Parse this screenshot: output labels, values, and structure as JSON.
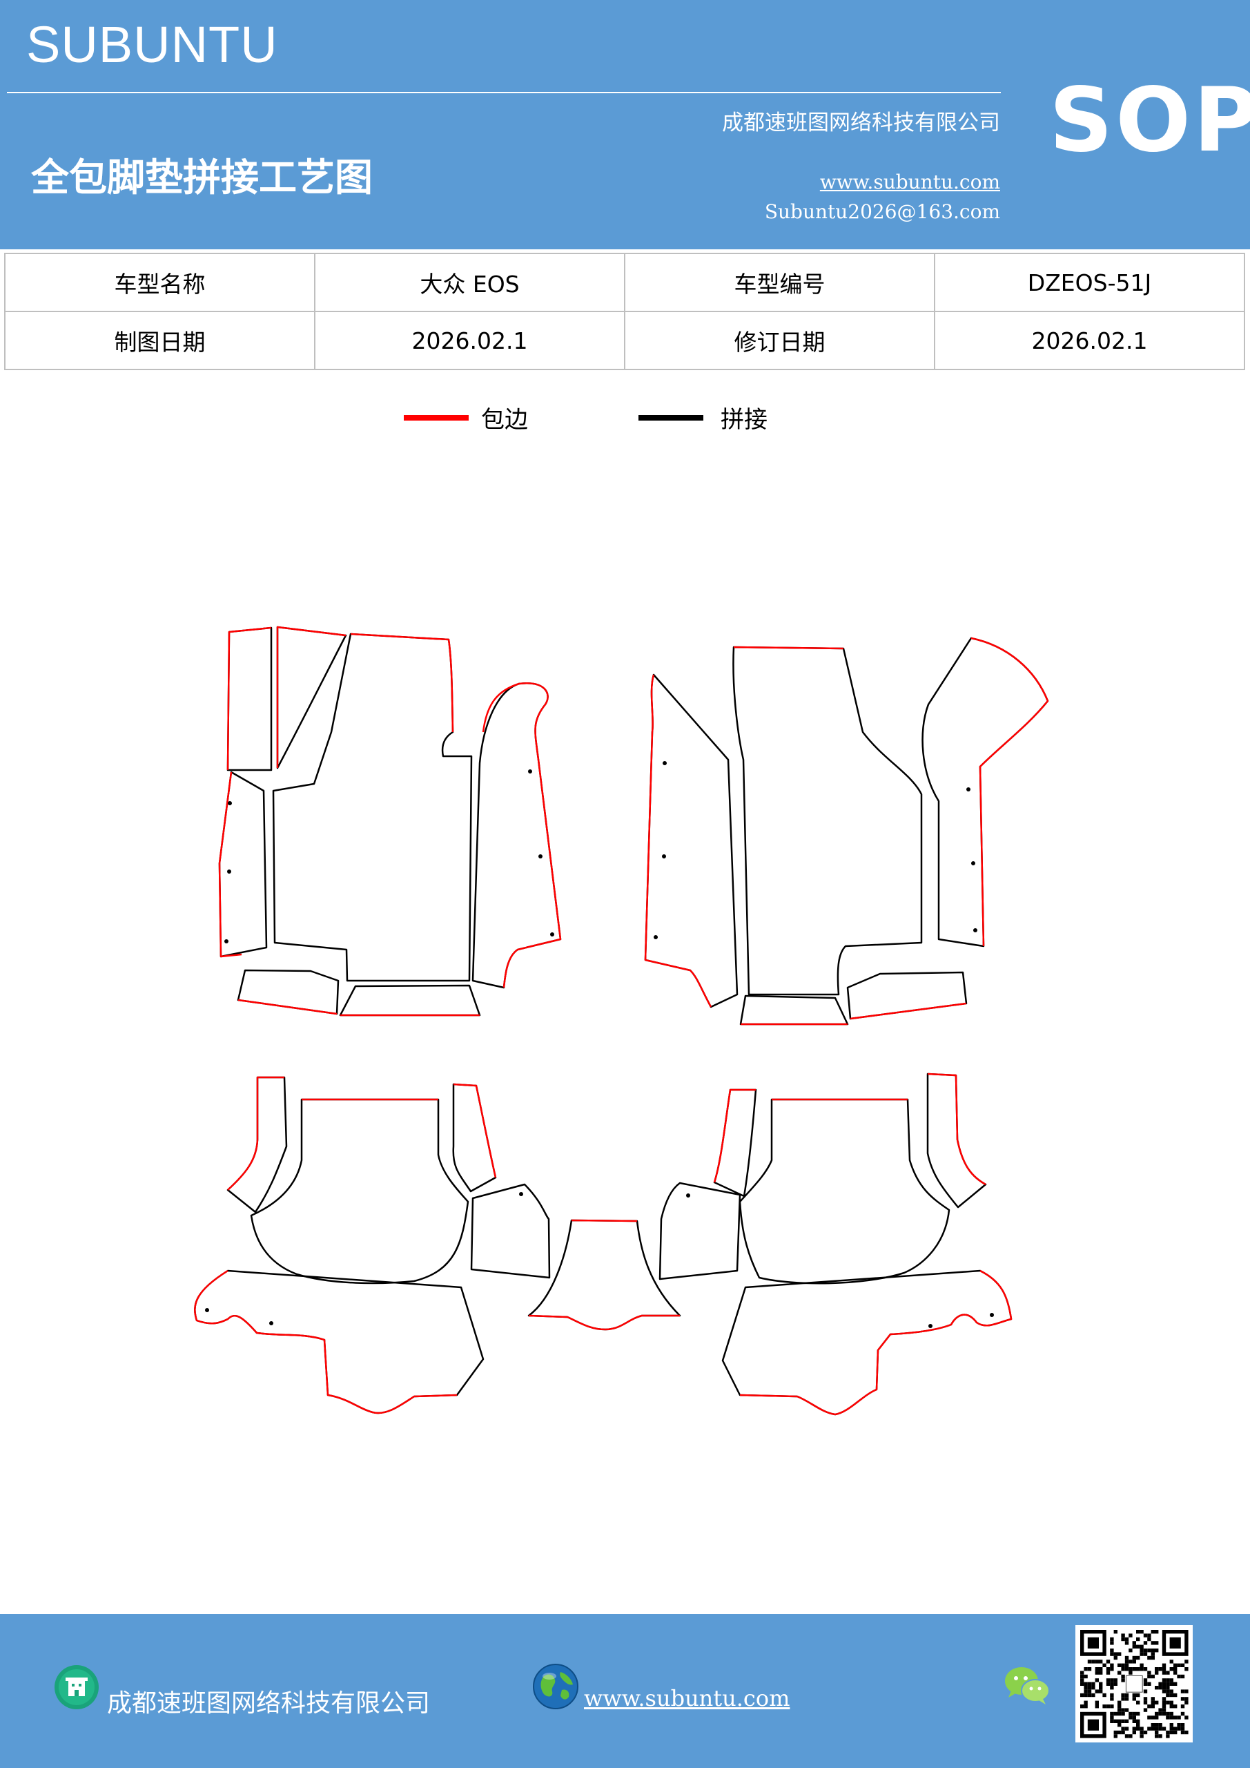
{
  "header": {
    "brand": "SUBUNTU",
    "company": "成都速班图网络科技有限公司",
    "title": "全包脚垫拼接工艺图",
    "website": "www.subuntu.com",
    "email": "Subuntu2026@163.com",
    "sop": "SOP"
  },
  "info_table": {
    "rows": [
      [
        "车型名称",
        "大众 EOS",
        "车型编号",
        "DZEOS-51J"
      ],
      [
        "制图日期",
        "2026.02.1",
        "修订日期",
        "2026.02.1"
      ]
    ]
  },
  "legend": {
    "items": [
      {
        "label": "包边",
        "color": "#ff0000"
      },
      {
        "label": "拼接",
        "color": "#000000"
      }
    ]
  },
  "footer": {
    "company": "成都速班图网络科技有限公司",
    "website": "www.subuntu.com",
    "icons": [
      "building-icon",
      "globe-icon",
      "wechat-icon",
      "qr-code"
    ]
  },
  "colors": {
    "header_bg": "#5b9bd5",
    "edge_binding": "#ff0000",
    "seam": "#000000"
  }
}
